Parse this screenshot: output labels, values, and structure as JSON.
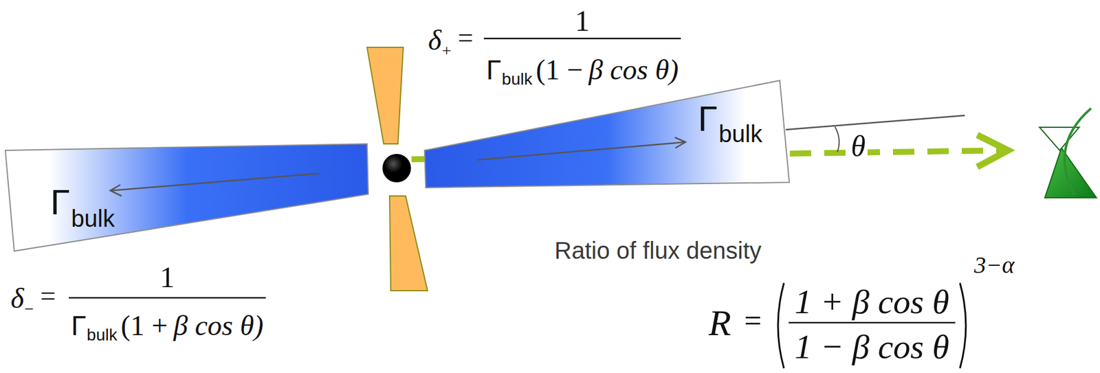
{
  "diagram": {
    "nodes": [
      {
        "text": [
          "Γ",
          "bulk"
        ]
      },
      {
        "text": [
          "Γ",
          "bulk"
        ]
      }
    ],
    "labels": [
      "δ",
      "+",
      "=",
      "1",
      "Γ",
      "bulk",
      "(1 −",
      "β cos θ)",
      "θ",
      "Ratio of flux density",
      "δ",
      "−",
      "=",
      "1",
      "Γ",
      "bulk",
      "(1 +",
      "β cos θ)",
      "R",
      "=",
      "1 + β cos θ",
      "1 − β cos θ",
      "3−α"
    ]
  }
}
